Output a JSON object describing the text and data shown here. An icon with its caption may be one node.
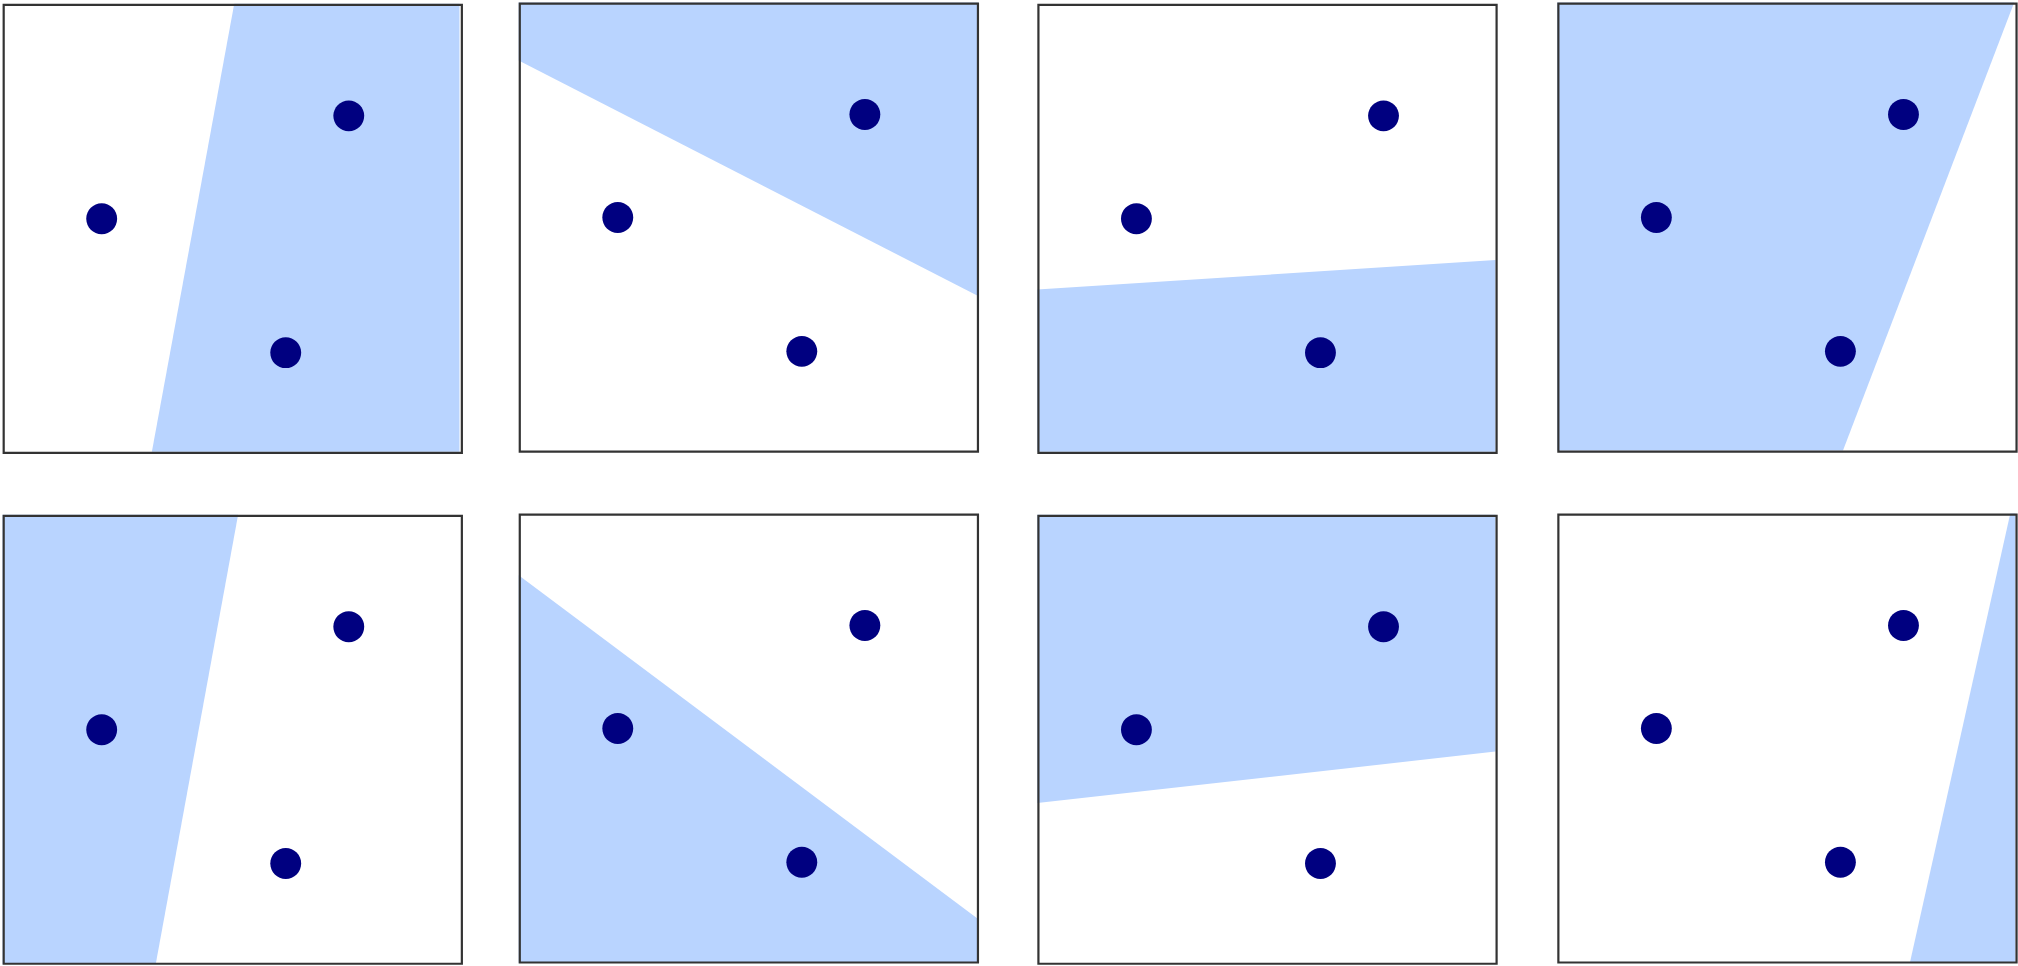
{
  "diagram": {
    "nodes": [
      {
        "text": [],
        "shape": "box"
      },
      {
        "text": [],
        "shape": "circle",
        "in": 0
      },
      {
        "text": [],
        "shape": "circle",
        "in": 0
      },
      {
        "text": [],
        "shape": "circle",
        "in": 0
      },
      {
        "text": [],
        "shape": "box"
      },
      {
        "text": [],
        "shape": "circle",
        "in": 4
      },
      {
        "text": [],
        "shape": "circle",
        "in": 4
      },
      {
        "text": [],
        "shape": "circle",
        "in": 4
      },
      {
        "text": [],
        "shape": "box"
      },
      {
        "text": [],
        "shape": "circle",
        "in": 8
      },
      {
        "text": [],
        "shape": "circle",
        "in": 8
      },
      {
        "text": [],
        "shape": "circle",
        "in": 8
      },
      {
        "text": [],
        "shape": "box"
      },
      {
        "text": [],
        "shape": "circle",
        "in": 12
      },
      {
        "text": [],
        "shape": "circle",
        "in": 12
      },
      {
        "text": [],
        "shape": "circle",
        "in": 12
      },
      {
        "text": [],
        "shape": "box"
      },
      {
        "text": [],
        "shape": "circle",
        "in": 16
      },
      {
        "text": [],
        "shape": "circle",
        "in": 16
      },
      {
        "text": [],
        "shape": "circle",
        "in": 16
      },
      {
        "text": [],
        "shape": "box"
      },
      {
        "text": [],
        "shape": "circle",
        "in": 20
      },
      {
        "text": [],
        "shape": "circle",
        "in": 20
      },
      {
        "text": [],
        "shape": "circle",
        "in": 20
      },
      {
        "text": [],
        "shape": "box"
      },
      {
        "text": [],
        "shape": "circle",
        "in": 24
      },
      {
        "text": [],
        "shape": "circle",
        "in": 24
      },
      {
        "text": [],
        "shape": "circle",
        "in": 24
      },
      {
        "text": [],
        "shape": "box"
      },
      {
        "text": [],
        "shape": "circle",
        "in": 28
      },
      {
        "text": [],
        "shape": "circle",
        "in": 28
      },
      {
        "text": [],
        "shape": "circle",
        "in": 28
      }
    ]
  }
}
